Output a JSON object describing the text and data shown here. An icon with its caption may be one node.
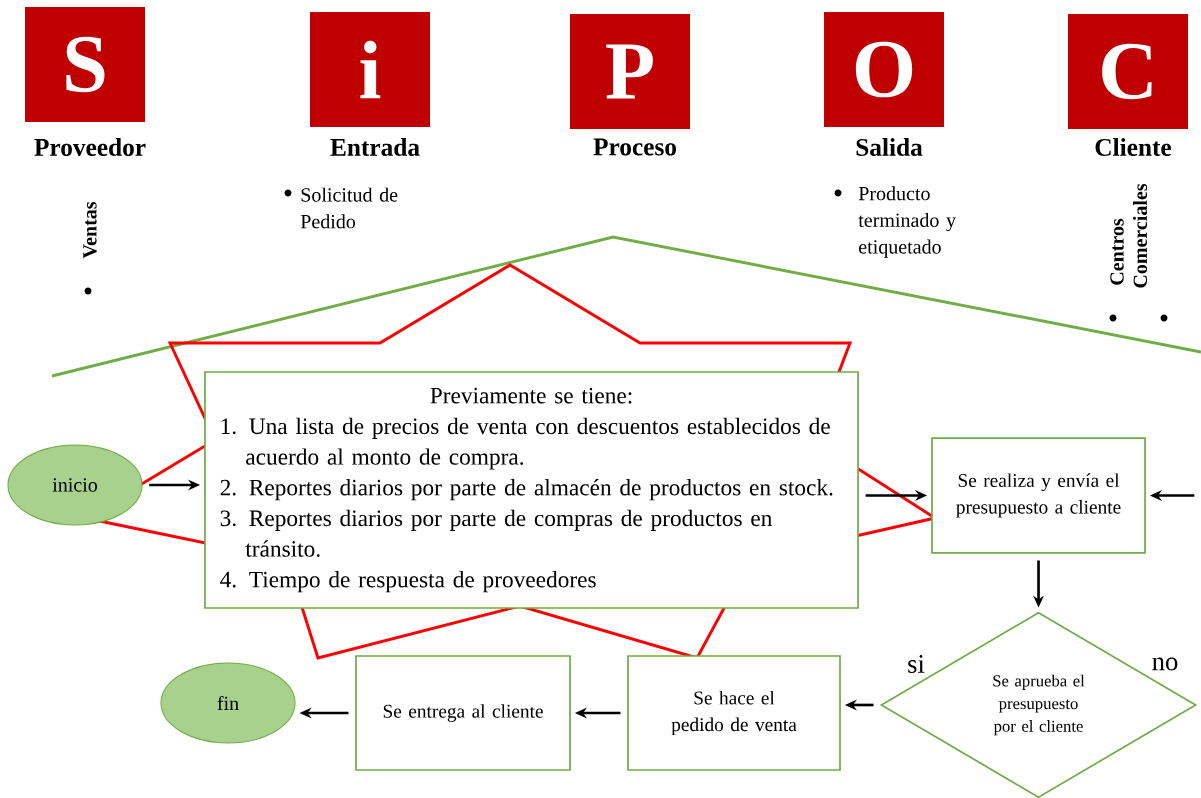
{
  "diagram": {
    "nodes": [
      {
        "text": [
          "S",
          "Proveedor"
        ]
      },
      {
        "text": [
          "i",
          "Entrada"
        ]
      },
      {
        "text": [
          "P",
          "Proceso"
        ]
      },
      {
        "text": [
          "O",
          "Salida"
        ]
      },
      {
        "text": [
          "C",
          "Cliente"
        ]
      },
      {
        "text": [
          "inicio"
        ]
      },
      {
        "text": [
          "Previamente se tiene:",
          "1. Una lista de precios de venta con descuentos establecidos de acuerdo al monto de compra.",
          "2. Reportes diarios por parte de almacén de productos en stock.",
          "3. Reportes diarios por parte de compras de productos en tránsito.",
          "4. Tiempo de respuesta de proveedores"
        ]
      },
      {
        "text": [
          "Se realiza y envía el presupuesto a cliente"
        ]
      },
      {
        "text": [
          "Se aprueba el presupuesto por el cliente"
        ]
      },
      {
        "text": [
          "Se hace el pedido de venta"
        ]
      },
      {
        "text": [
          "Se entrega al cliente"
        ]
      },
      {
        "text": [
          "fin"
        ]
      }
    ],
    "edges": [
      {
        "from": 5,
        "to": 6,
        "arrow": "to"
      },
      {
        "from": 6,
        "to": 7,
        "arrow": "to"
      },
      {
        "from": null,
        "to": 7,
        "arrow": "to"
      },
      {
        "from": 7,
        "to": 8,
        "arrow": "to"
      },
      {
        "from": 8,
        "to": 9,
        "arrow": "to",
        "label": "si"
      },
      {
        "from": 9,
        "to": 10,
        "arrow": "to"
      },
      {
        "from": 10,
        "to": 11,
        "arrow": "to"
      }
    ],
    "labels": [
      "Ventas",
      "Solicitud de Pedido",
      "Producto terminado y etiquetado",
      "Centros",
      "Comerciales",
      "no"
    ]
  }
}
